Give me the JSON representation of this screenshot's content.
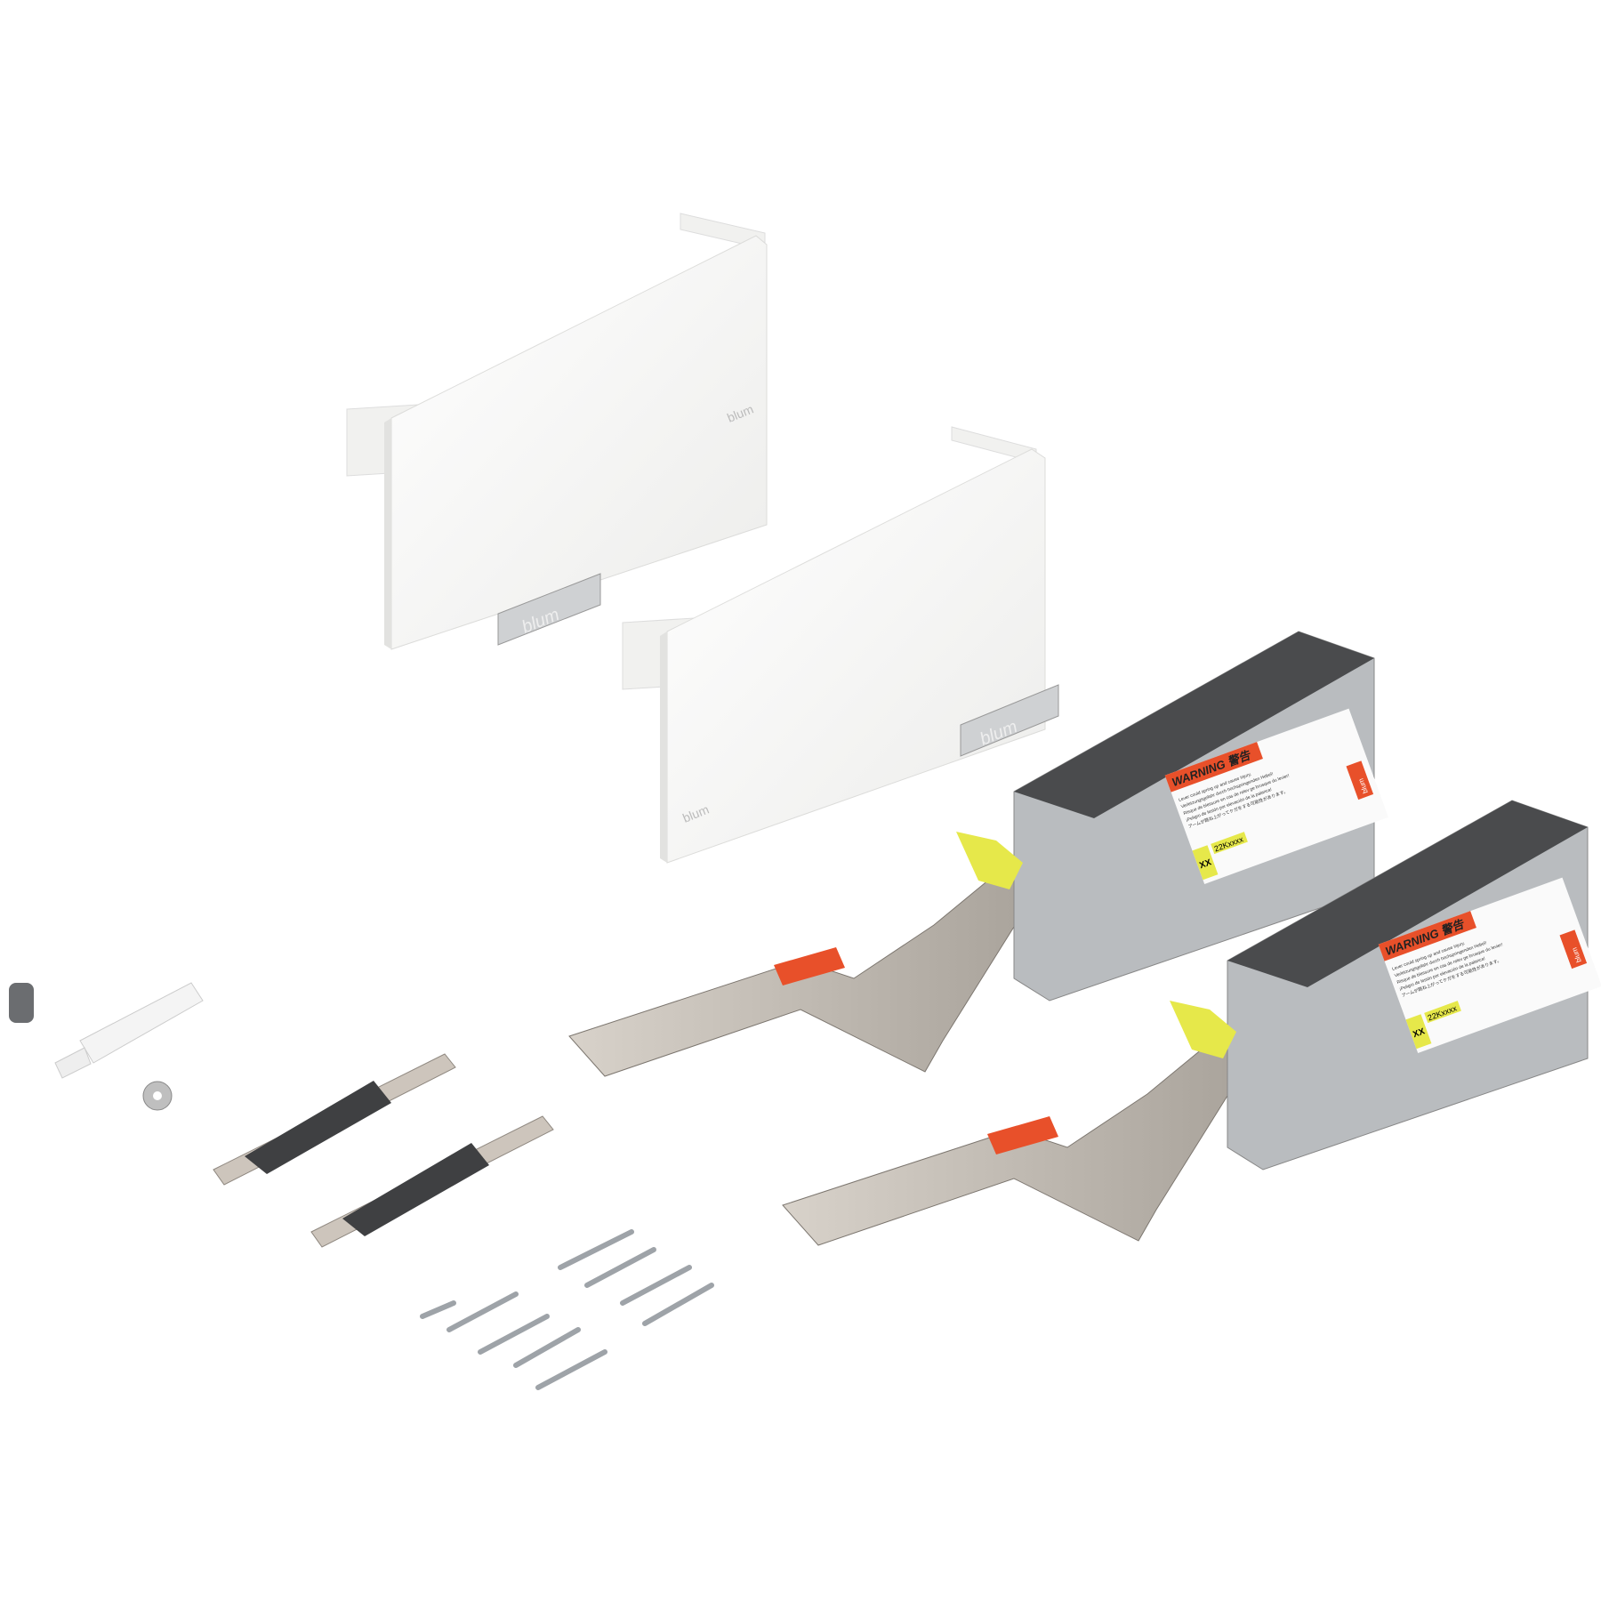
{
  "product": {
    "brand": "blum",
    "warning_title": "WARNING 警告",
    "warning_lines": [
      "Lever could spring up and cause injury.",
      "Verletzungsgefahr durch hochspringenden Hebel!",
      "Risque de blessure en cas de relev ge brusque du levier!",
      "¡Peligro de lesión por elevación de la palanca!",
      "アームが跳ね上がってケガをする可能性があります。"
    ],
    "type_code": "XX",
    "article_code": "22Kxxxx"
  },
  "colors": {
    "white_cover": "#f7f7f5",
    "housing": "#b9bcbf",
    "housing_top": "#4a4b4d",
    "arm": "#c9c3bb",
    "warning_orange": "#e8502a",
    "yellow": "#e6e84a"
  }
}
